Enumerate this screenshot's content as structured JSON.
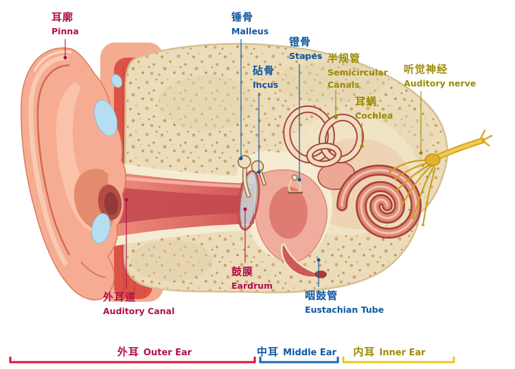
{
  "colors": {
    "outer_text": "#b0104d",
    "middle_text": "#0f57a0",
    "inner_text": "#9c8a00",
    "outer_line": "#d9103a",
    "middle_line": "#1b64b0",
    "inner_line": "#eec31e"
  },
  "labels": {
    "pinna": {
      "zh": "耳廓",
      "en": "Pinna"
    },
    "malleus": {
      "zh": "锤骨",
      "en": "Malleus"
    },
    "incus": {
      "zh": "砧骨",
      "en": "Incus"
    },
    "stapes": {
      "zh": "镫骨",
      "en": "Stapes"
    },
    "semicircular": {
      "zh": "半规管",
      "en": "Semicircular Canals"
    },
    "cochlea": {
      "zh": "耳蜗",
      "en": "Cochlea"
    },
    "auditory_nerve": {
      "zh": "听觉神经",
      "en": "Auditory nerve"
    },
    "auditory_canal": {
      "zh": "外耳道",
      "en": "Auditory Canal"
    },
    "eardrum": {
      "zh": "鼓膜",
      "en": "Eardrum"
    },
    "eustachian_tube": {
      "zh": "咽鼓管",
      "en": "Eustachian Tube"
    }
  },
  "regions": {
    "outer_ear": {
      "zh": "外耳",
      "en": "Outer Ear"
    },
    "middle_ear": {
      "zh": "中耳",
      "en": "Middle Ear"
    },
    "inner_ear": {
      "zh": "内耳",
      "en": "Inner Ear"
    }
  }
}
